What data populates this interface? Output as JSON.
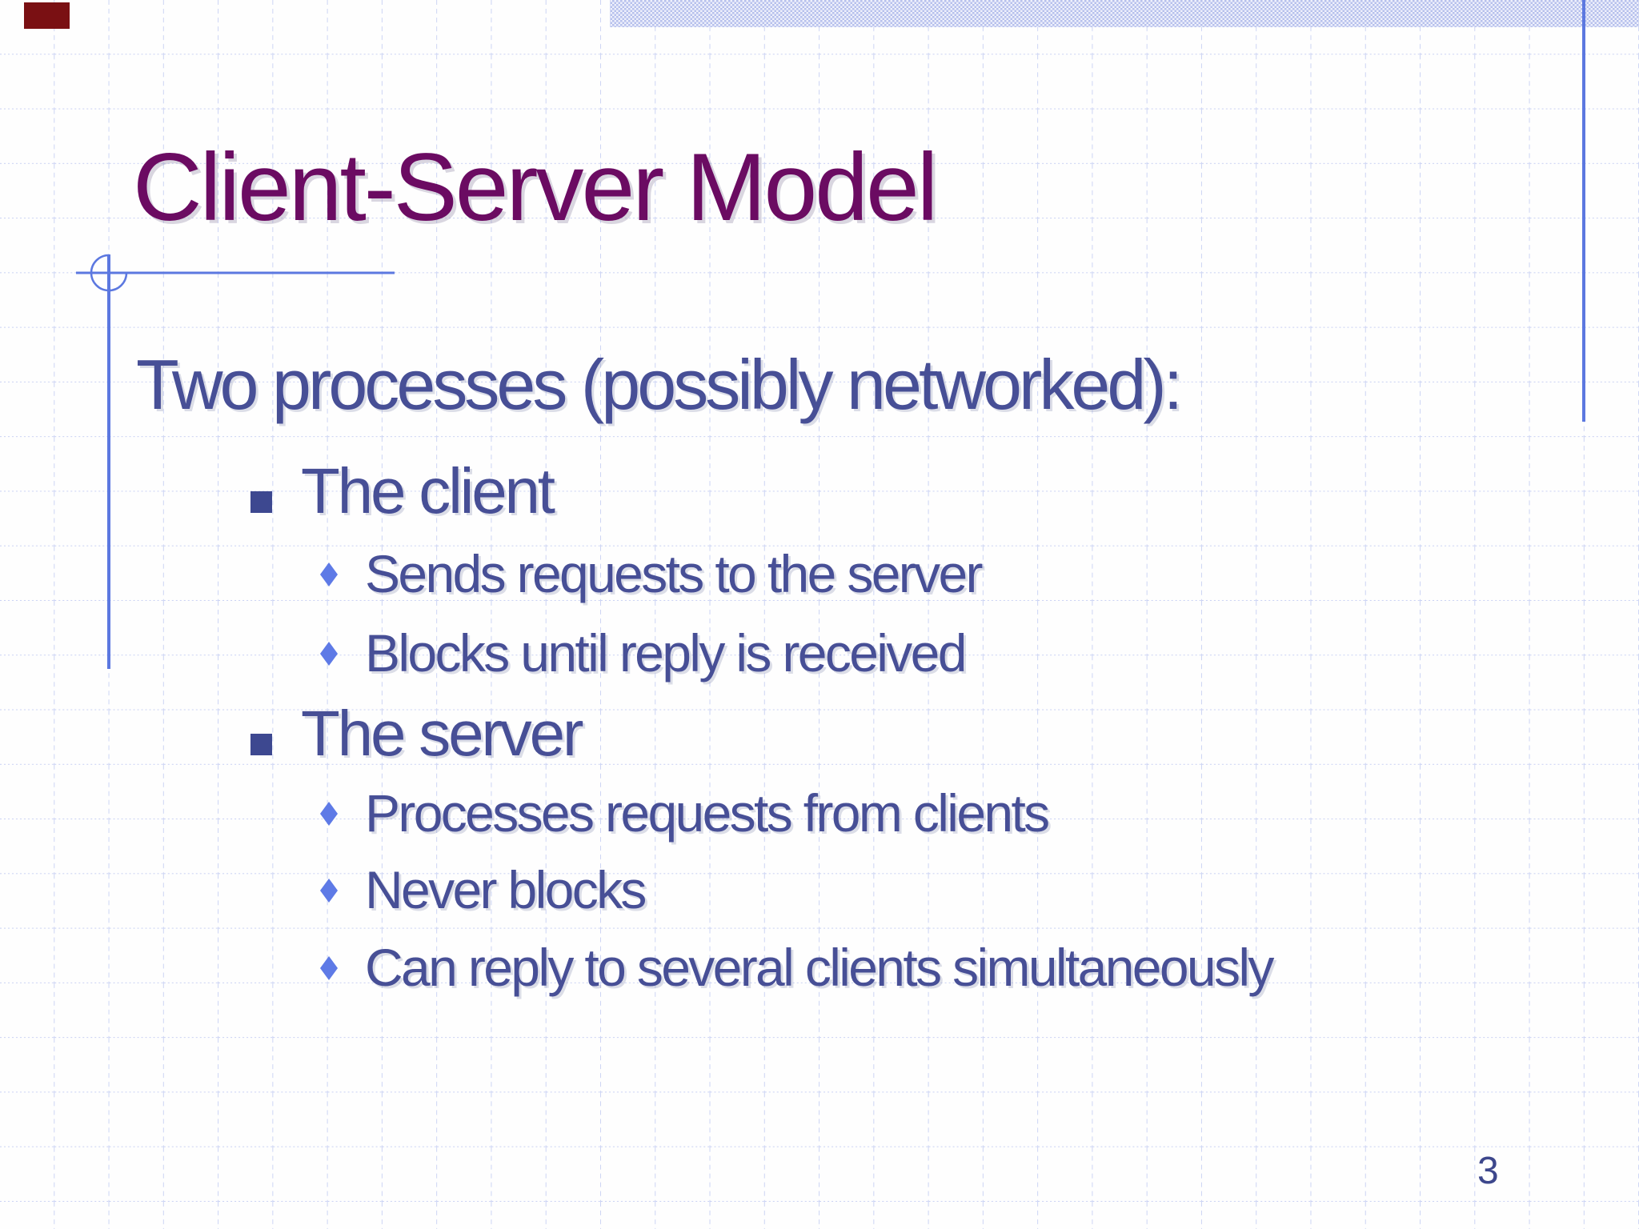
{
  "slide": {
    "title": "Client-Server Model",
    "intro": "Two processes (possibly networked):",
    "sections": [
      {
        "label": "The client",
        "items": [
          "Sends requests to the server",
          "Blocks until reply is received"
        ]
      },
      {
        "label": "The server",
        "items": [
          "Processes requests from clients",
          "Never blocks",
          "Can reply to several clients simultaneously"
        ]
      }
    ],
    "page_number": "3",
    "colors": {
      "title_text": "#6B0B62",
      "body_text": "#474F96",
      "square_bullet": "#3D4890",
      "diamond_bullet": "#5E7AE6",
      "decoration_blue": "#5C78E0",
      "grid_line": "#CCD4F4",
      "hatch_band": "#B6C0EC",
      "red_accent": "#7A1013"
    }
  }
}
